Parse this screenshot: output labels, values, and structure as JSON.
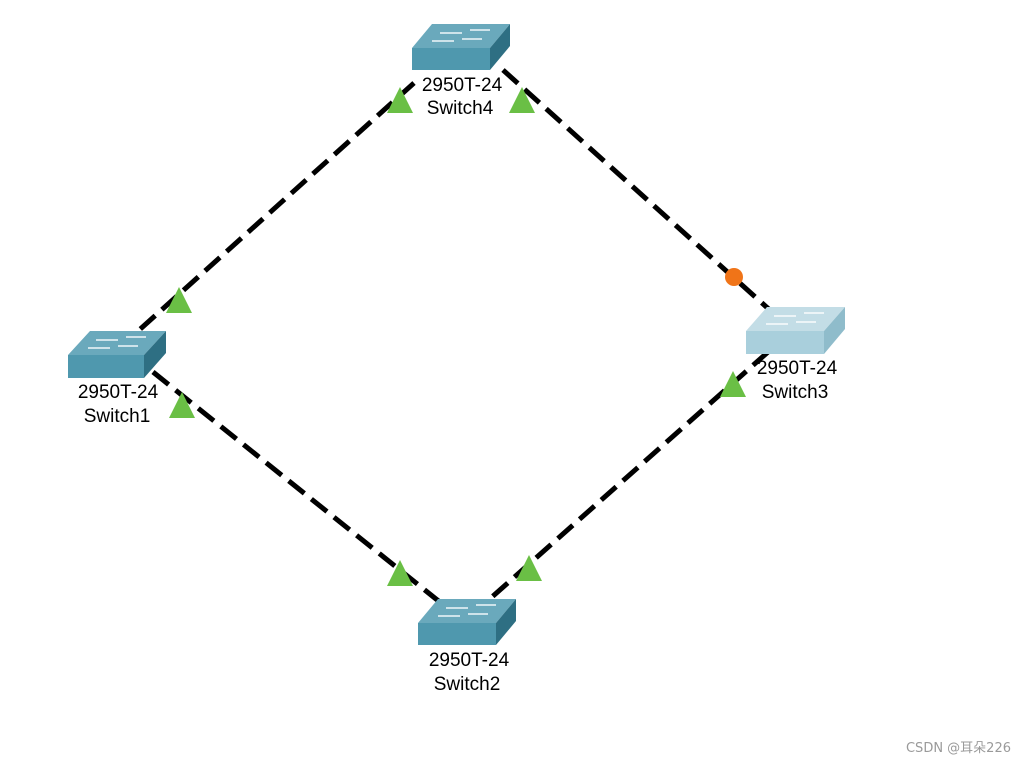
{
  "colors": {
    "link": "#000000",
    "port_up": "#6abf45",
    "port_blocked": "#f07418",
    "switch_top": "#6aa9bc",
    "switch_front": "#4f98ae",
    "switch_side": "#2e6f83",
    "switch_inactive_top": "#c3dde6",
    "switch_inactive_front": "#a9cfdc",
    "switch_inactive_side": "#8fbccb"
  },
  "devices": [
    {
      "id": "switch4",
      "model": "2950T-24",
      "name": "Switch4",
      "icon": "switch-icon",
      "active": true
    },
    {
      "id": "switch1",
      "model": "2950T-24",
      "name": "Switch1",
      "icon": "switch-icon",
      "active": true
    },
    {
      "id": "switch3",
      "model": "2950T-24",
      "name": "Switch3",
      "icon": "switch-icon",
      "active": false
    },
    {
      "id": "switch2",
      "model": "2950T-24",
      "name": "Switch2",
      "icon": "switch-icon",
      "active": true
    }
  ],
  "links": [
    {
      "from": "switch4",
      "to": "switch1",
      "from_port_state": "up",
      "to_port_state": "up"
    },
    {
      "from": "switch4",
      "to": "switch3",
      "from_port_state": "up",
      "to_port_state": "blocked"
    },
    {
      "from": "switch1",
      "to": "switch2",
      "from_port_state": "up",
      "to_port_state": "up"
    },
    {
      "from": "switch3",
      "to": "switch2",
      "from_port_state": "up",
      "to_port_state": "up"
    }
  ],
  "watermark": "CSDN @耳朵226"
}
